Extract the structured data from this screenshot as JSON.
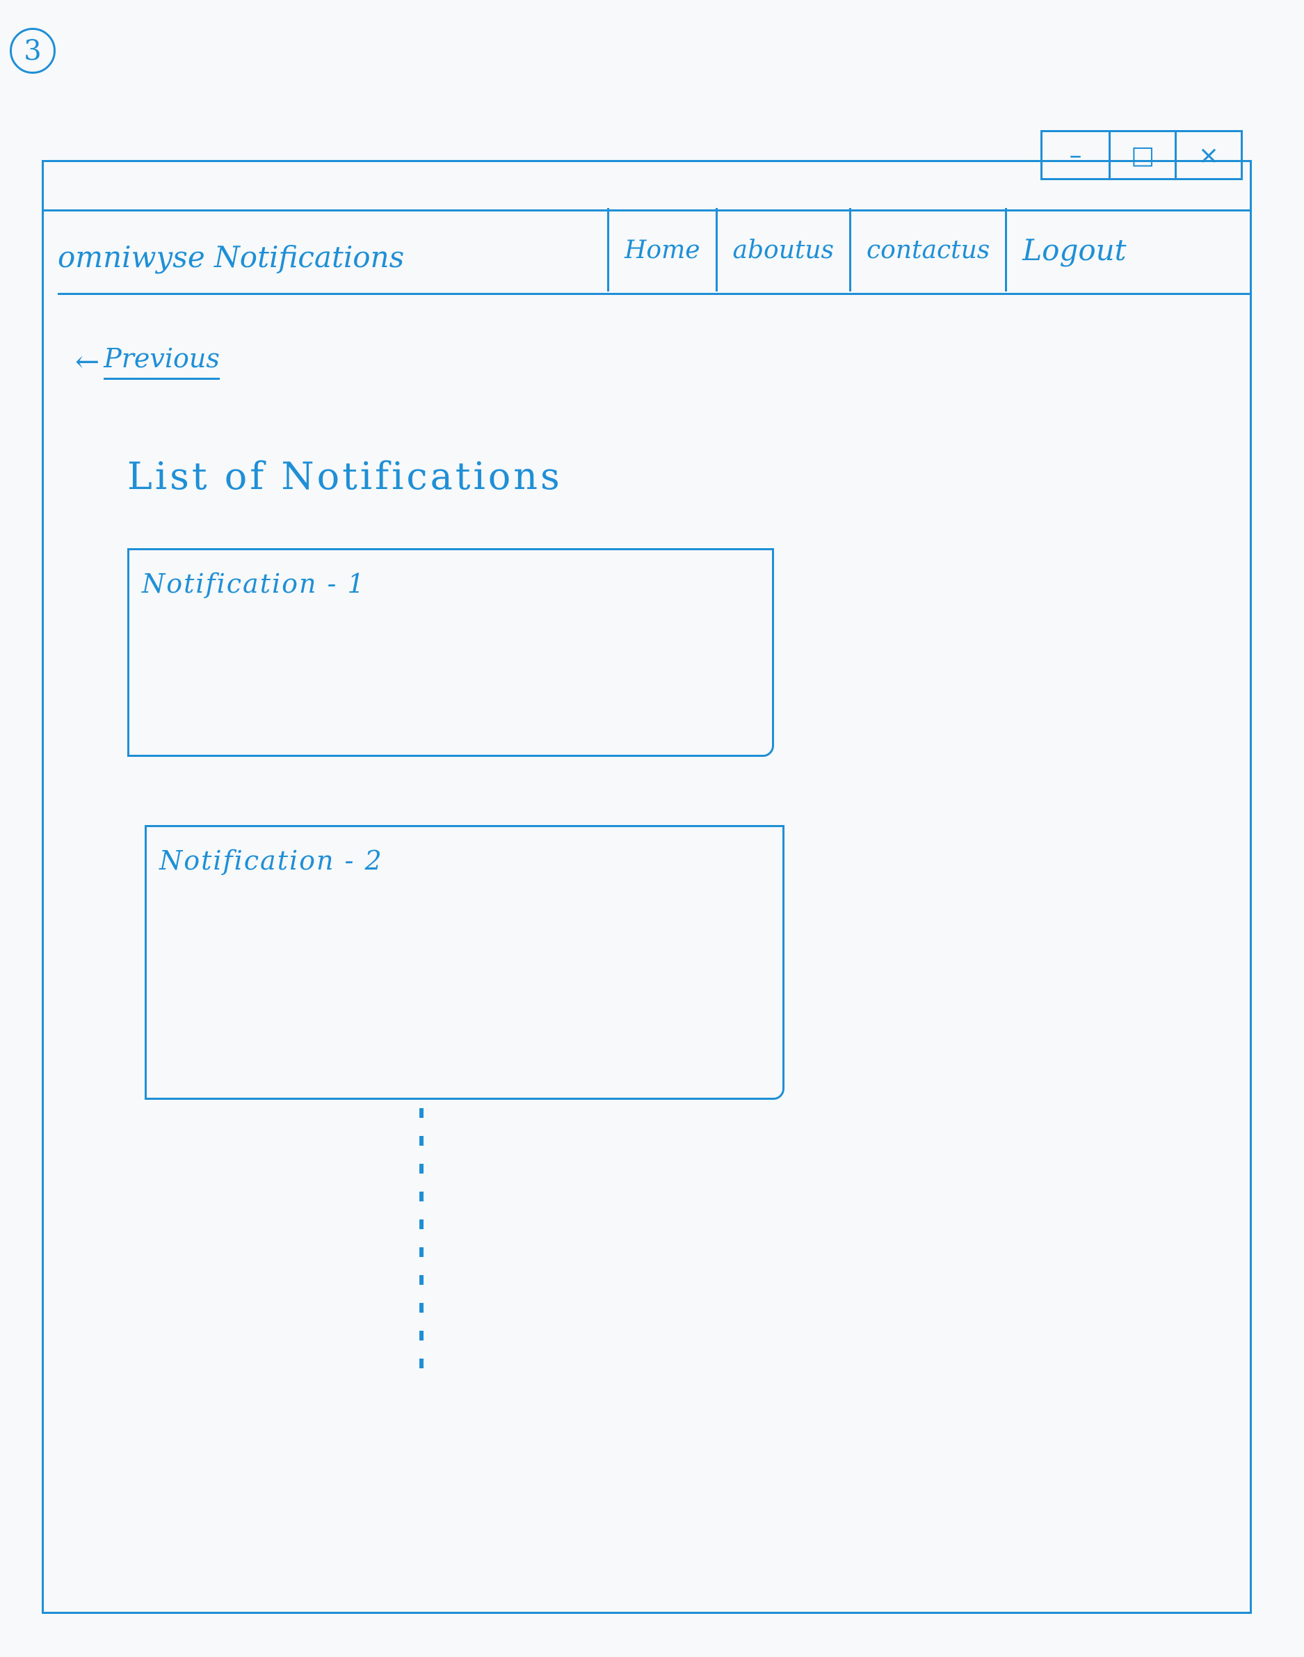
{
  "page_number": "3",
  "window": {
    "controls": {
      "minimize_icon": "–",
      "maximize_icon": "□",
      "close_icon": "×"
    }
  },
  "navbar": {
    "brand": "omniwyse Notifications",
    "links": {
      "home": "Home",
      "about": "aboutus",
      "contact": "contactus",
      "logout": "Logout"
    }
  },
  "back": {
    "icon": "←",
    "label": "Previous"
  },
  "section": {
    "title": "List of Notifications"
  },
  "notifications": [
    {
      "title": "Notification - 1"
    },
    {
      "title": "Notification - 2"
    }
  ]
}
